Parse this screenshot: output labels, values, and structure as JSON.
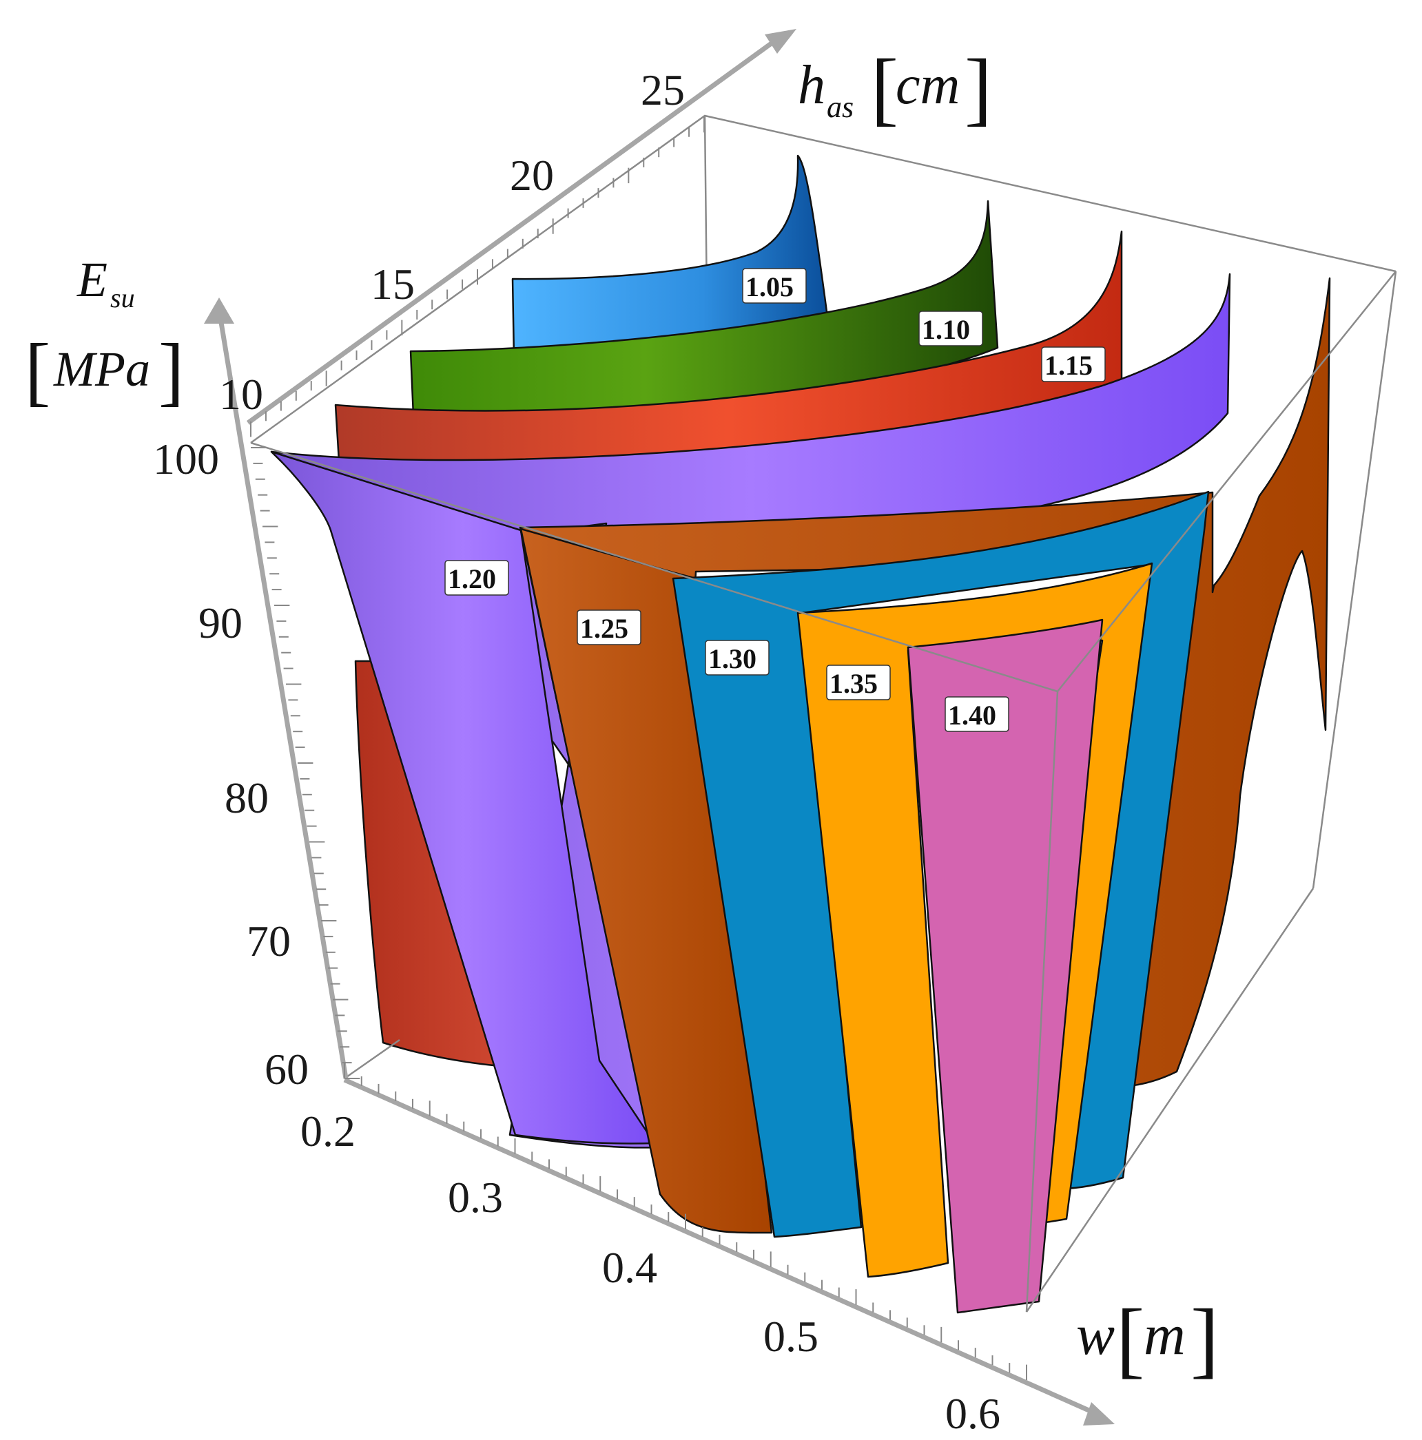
{
  "chart_data": {
    "type": "surface3d",
    "axes": {
      "y_title": "E",
      "y_sub": "su",
      "y_unit": "MPa",
      "y_ticks": [
        "100",
        "90",
        "80",
        "70",
        "60"
      ],
      "x_title": "w",
      "x_unit": "m",
      "x_ticks": [
        "0.2",
        "0.3",
        "0.4",
        "0.5",
        "0.6"
      ],
      "z_title": "h",
      "z_sub": "as",
      "z_unit": "cm",
      "z_ticks": [
        "10",
        "15",
        "20",
        "25"
      ],
      "w_range": [
        0.2,
        0.6
      ],
      "h_range": [
        10,
        25
      ],
      "E_range": [
        60,
        100
      ]
    },
    "contour_levels": [
      "1.05",
      "1.10",
      "1.15",
      "1.20",
      "1.25",
      "1.30",
      "1.35",
      "1.40"
    ],
    "colors": {
      "level_1_05": "#4aa8f0",
      "level_1_10": "#4d9a10",
      "level_1_15": "#e0452c",
      "level_1_20": "#9b6cff",
      "level_1_25": "#c05a1e",
      "level_1_30": "#0a88c4",
      "level_1_35": "#ffa300",
      "level_1_40": "#d464b0"
    }
  }
}
